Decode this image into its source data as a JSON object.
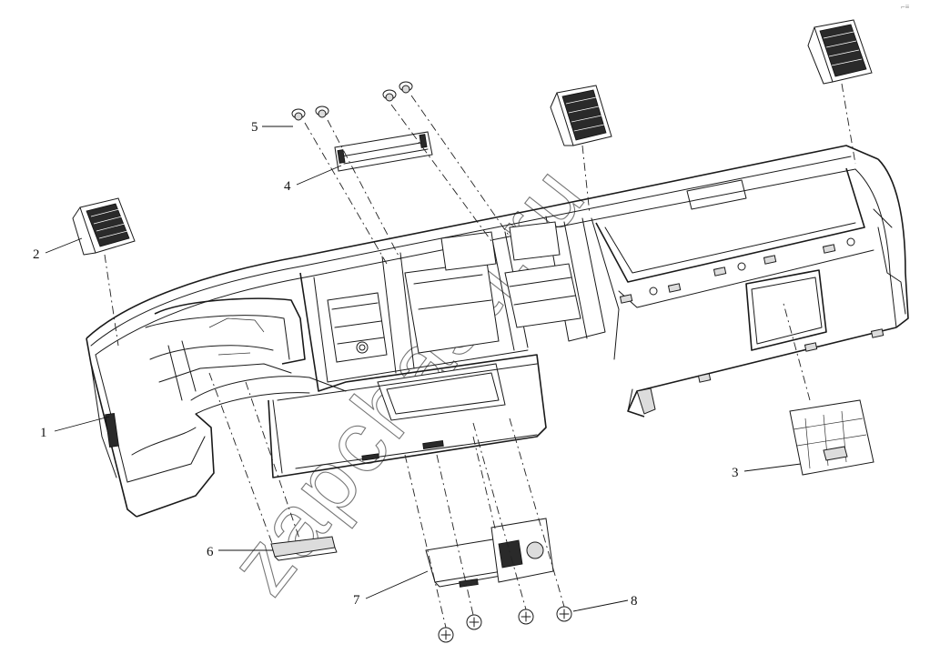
{
  "watermark": "zapchasti.ru",
  "corner_mark": "⌐≡",
  "callouts": [
    {
      "id": "1",
      "label": "1"
    },
    {
      "id": "2",
      "label": "2"
    },
    {
      "id": "3",
      "label": "3"
    },
    {
      "id": "4",
      "label": "4"
    },
    {
      "id": "5",
      "label": "5"
    },
    {
      "id": "6",
      "label": "6"
    },
    {
      "id": "7",
      "label": "7"
    },
    {
      "id": "8",
      "label": "8"
    }
  ]
}
